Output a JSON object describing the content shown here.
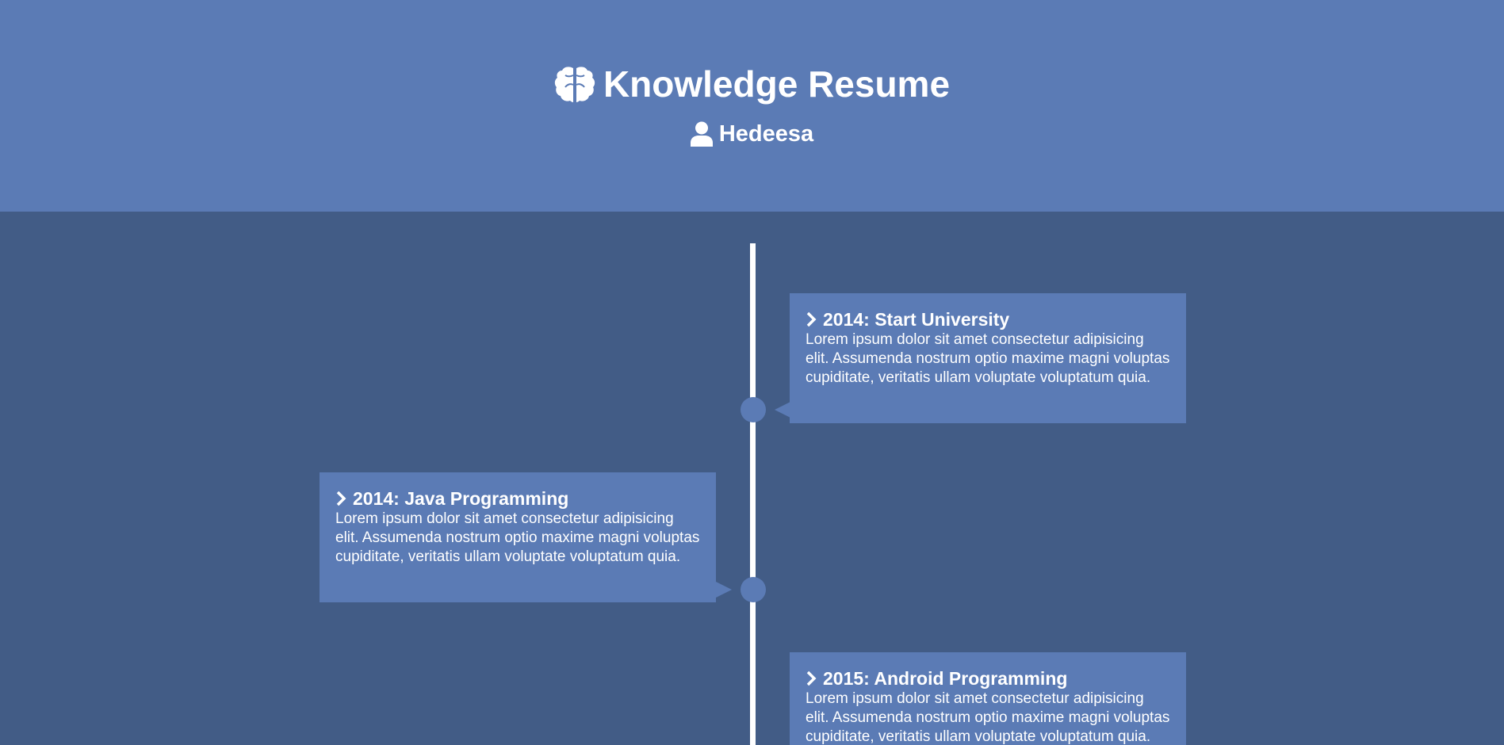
{
  "header": {
    "title": "Knowledge Resume",
    "title_icon": "brain-icon",
    "user_name": "Hedeesa",
    "user_icon": "user-icon"
  },
  "timeline": {
    "items": [
      {
        "title": "2014: Start University",
        "text": "Lorem ipsum dolor sit amet consectetur adipisicing elit. Assumenda nostrum optio maxime magni voluptas cupiditate, veritatis ullam voluptate voluptatum quia."
      },
      {
        "title": "2014: Java Programming",
        "text": "Lorem ipsum dolor sit amet consectetur adipisicing elit. Assumenda nostrum optio maxime magni voluptas cupiditate, veritatis ullam voluptate voluptatum quia."
      },
      {
        "title": "2015: Android Programming",
        "text": "Lorem ipsum dolor sit amet consectetur adipisicing elit. Assumenda nostrum optio maxime magni voluptas cupiditate, veritatis ullam voluptate voluptatum quia."
      }
    ]
  },
  "colors": {
    "header_bg": "#5b7bb5",
    "body_bg": "#425c86",
    "card_bg": "#5b7bb5",
    "line": "#ffffff"
  }
}
